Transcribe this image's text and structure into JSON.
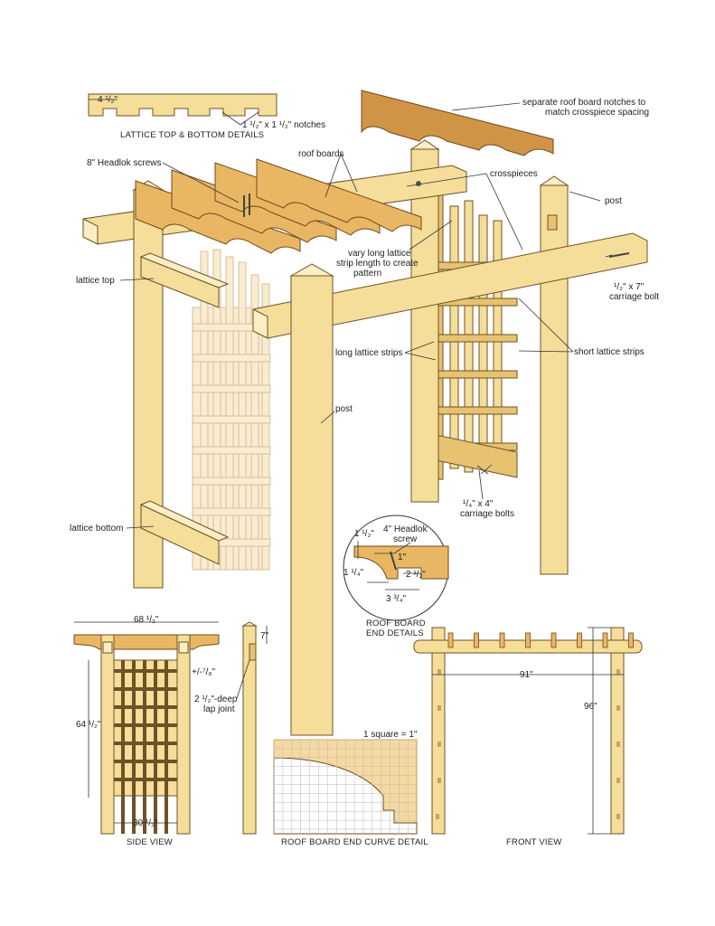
{
  "labels": {
    "lattice_notch_width": "4 ¹/₂\"",
    "notches": "1 ¹/₂\" x 1 ¹/₂\" notches",
    "lattice_details": "LATTICE TOP & BOTTOM DETAILS",
    "separate_notches_line1": "separate roof board notches to",
    "separate_notches_line2": "match crosspiece spacing",
    "roof_boards": "roof boards",
    "headlok_screws": "8\" Headlok screws",
    "crosspieces": "crosspieces",
    "post_right": "post",
    "vary_line1": "vary long lattice",
    "vary_line2": "strip length to create",
    "vary_line3": "pattern",
    "lattice_top": "lattice top",
    "carriage_bolt_line1": "¹/₂\" x 7\"",
    "carriage_bolt_line2": "carriage bolt",
    "long_lattice": "long lattice strips",
    "short_lattice": "short lattice strips",
    "post_center": "post",
    "carriage_bolts4_line1": "¹/₄\" x 4\"",
    "carriage_bolts4_line2": "carriage bolts",
    "lattice_bottom": "lattice bottom",
    "headlok4_line1": "4\" Headlok",
    "headlok4_line2": "screw",
    "rb_dim_a": "1 ¹/₂\"",
    "rb_dim_b": "1\"",
    "rb_dim_c": "1 ¹/₄\"",
    "rb_dim_d": "2 ¹/₂\"",
    "rb_dim_e": "3 ³/₄\"",
    "roof_board_end_line1": "ROOF BOARD",
    "roof_board_end_line2": "END DETAILS",
    "side_width": "68 ¹/₂\"",
    "side_offset": "+/-⁷/₈\"",
    "side_height": "64 ¹/₂\"",
    "side_inner": "30 ¹/₂\"",
    "side_view": "SIDE VIEW",
    "lap_depth": "7\"",
    "lap_line1": "2 ¹/₂\"-deep",
    "lap_line2": "lap joint",
    "square_scale": "1 square = 1\"",
    "curve_detail": "ROOF BOARD END CURVE DETAIL",
    "front_width": "91\"",
    "front_height": "96\"",
    "front_view": "FRONT VIEW"
  }
}
